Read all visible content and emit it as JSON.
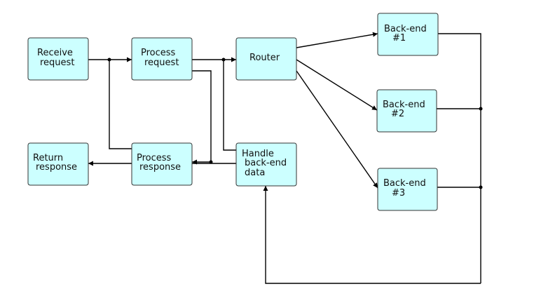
{
  "nodes": {
    "receive_request": {
      "line1": "Receive",
      "line2": "request"
    },
    "process_request": {
      "line1": "Process",
      "line2": "request"
    },
    "router": {
      "line1": "Router"
    },
    "backend_1": {
      "line1": "Back-end",
      "line2": "#1"
    },
    "backend_2": {
      "line1": "Back-end",
      "line2": "#2"
    },
    "backend_3": {
      "line1": "Back-end",
      "line2": "#3"
    },
    "handle_backend_data": {
      "line1": "Handle",
      "line2": "back-end",
      "line3": "data"
    },
    "process_response": {
      "line1": "Process",
      "line2": "response"
    },
    "return_response": {
      "line1": "Return",
      "line2": "response"
    }
  },
  "colors": {
    "node_fill": "#ccffff",
    "node_stroke": "#333333",
    "edge": "#000000"
  }
}
